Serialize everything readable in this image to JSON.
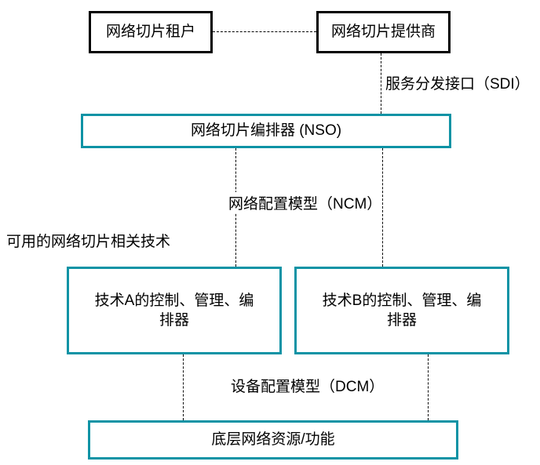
{
  "diagram": {
    "title": "network-slicing-architecture",
    "nodes": {
      "tenant": {
        "label": "网络切片租户"
      },
      "provider": {
        "label": "网络切片提供商"
      },
      "nso": {
        "label": "网络切片编排器 (NSO)"
      },
      "tech_a": {
        "label": "技术A的控制、管理、编排器"
      },
      "tech_b": {
        "label": "技术B的控制、管理、编排器"
      },
      "resources": {
        "label": "底层网络资源/功能"
      }
    },
    "edge_labels": {
      "sdi": "服务分发接口（SDI）",
      "ncm": "网络配置模型（NCM）",
      "dcm": "设备配置模型（DCM）"
    },
    "annotations": {
      "available_tech": "可用的网络切片相关技术"
    },
    "colors": {
      "teal": "#0E93A5",
      "black": "#000000",
      "bg": "#FFFFFF"
    }
  }
}
